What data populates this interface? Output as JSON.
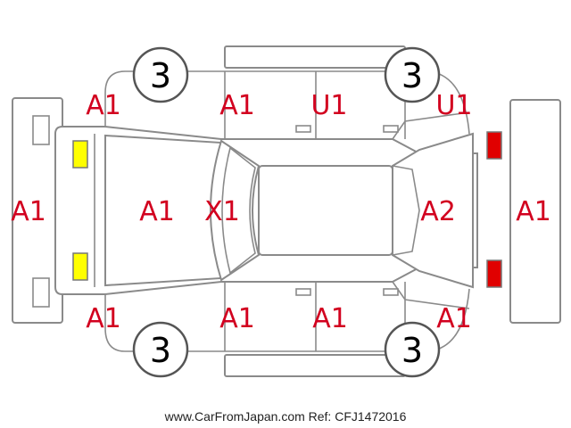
{
  "condition_codes": {
    "front_bumper": "A1",
    "hood": "A1",
    "windshield": "X1",
    "rear_glass": "A2",
    "rear_bumper": "A1",
    "left_front_fender": "A1",
    "left_front_door": "A1",
    "left_rear_door": "U1",
    "left_rear_quarter": "U1",
    "right_front_fender": "A1",
    "right_front_door": "A1",
    "right_rear_door": "A1",
    "right_rear_quarter": "A1"
  },
  "wheels": {
    "front_left": "3",
    "rear_left": "3",
    "front_right": "3",
    "rear_right": "3"
  },
  "lamps": {
    "front_color": "#ffff00",
    "rear_color": "#e00000"
  },
  "colors": {
    "code_text": "#d2001f",
    "outline": "#8a8a8a"
  },
  "footer": {
    "watermark": "www.CarFromJapan.com Ref: CFJ1472016"
  }
}
